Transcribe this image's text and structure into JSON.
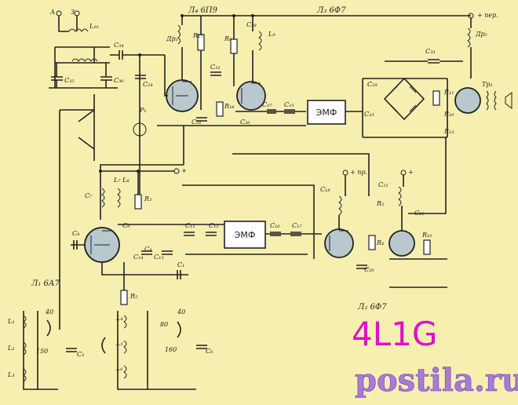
{
  "watermark": {
    "callsign": "4L1G",
    "site": "postila.ru"
  },
  "tubes": {
    "l1": "Л₁ 6А7",
    "l2": "Л₂ 6Ф7",
    "l3": "Л₃ 6Ф7",
    "l4": "Л₄ 6П9"
  },
  "blocks": {
    "emf_top": "ЭМФ",
    "emf_bottom": "ЭМФ"
  },
  "terminals": {
    "antenna": "А",
    "ground": "З",
    "plus": "+",
    "plus_receive": "+ пр.",
    "plus_transmit": "+ пер."
  },
  "labels": {
    "l10": "L₁₀",
    "c34": "C₃₄",
    "c35": "C₃₅",
    "c36": "C₃₆",
    "dr1": "Др₁",
    "r17": "R₁₇",
    "c32": "C₃₂",
    "c31": "C₃₁",
    "r18": "R₁₈",
    "rl": "Р₁",
    "r9": "R₉",
    "c28": "C₂₈",
    "l9": "L₉",
    "c27": "C₂₇",
    "c25": "C₂₅",
    "c26": "C₂₆",
    "c24": "C₂₄",
    "c29": "C₂₉",
    "c23": "C₂₃",
    "c33": "C₃₃",
    "dr2": "Др₂",
    "r11": "R₁₁",
    "r16": "R₁₆",
    "r13": "R₁₃",
    "tr1": "Тр₁",
    "c7": "C₇",
    "l7l8": "L₇ L₈",
    "r3": "R₃",
    "c8": "C₈",
    "c9": "C₉",
    "c11": "C₁₁",
    "c12": "C₁₂",
    "c13": "C₁₃",
    "c14": "C₁₄",
    "c16": "C₁₆",
    "c17": "C₁₇",
    "c18": "C₁₈",
    "c20": "C₂₀",
    "c21": "C₂₁",
    "c22": "C₂₂",
    "r4": "R₄",
    "r5": "R₅",
    "r10": "R₁₀",
    "c5": "C₅",
    "c6": "C₆",
    "c4": "C₄",
    "c1": "C₁",
    "l1": "L₁",
    "l2": "L₂",
    "l3": "L₃",
    "l4": "L₄",
    "l5": "L₅",
    "l6": "L₆",
    "m40a": "40",
    "m150a": "150",
    "m80": "80",
    "m40b": "40",
    "m160": "160"
  }
}
